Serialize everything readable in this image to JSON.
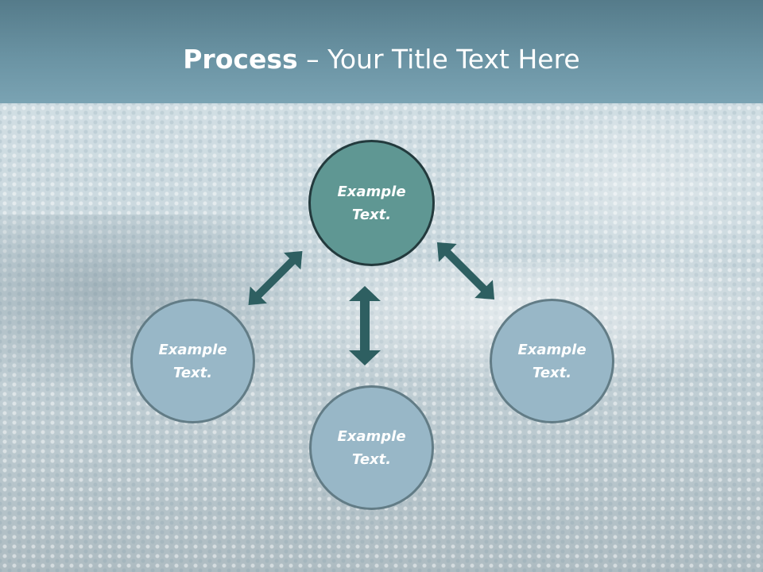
{
  "title": {
    "bold": "Process",
    "rest": " – Your Title Text Here"
  },
  "nodes": {
    "center": {
      "line1": "Example",
      "line2": "Text."
    },
    "left": {
      "line1": "Example",
      "line2": "Text."
    },
    "bottom": {
      "line1": "Example",
      "line2": "Text."
    },
    "right": {
      "line1": "Example",
      "line2": "Text."
    }
  },
  "colors": {
    "header": "#6a93a3",
    "center_fill": "#5f9793",
    "outer_fill": "#98b7c7",
    "arrow": "#2e5f61"
  }
}
